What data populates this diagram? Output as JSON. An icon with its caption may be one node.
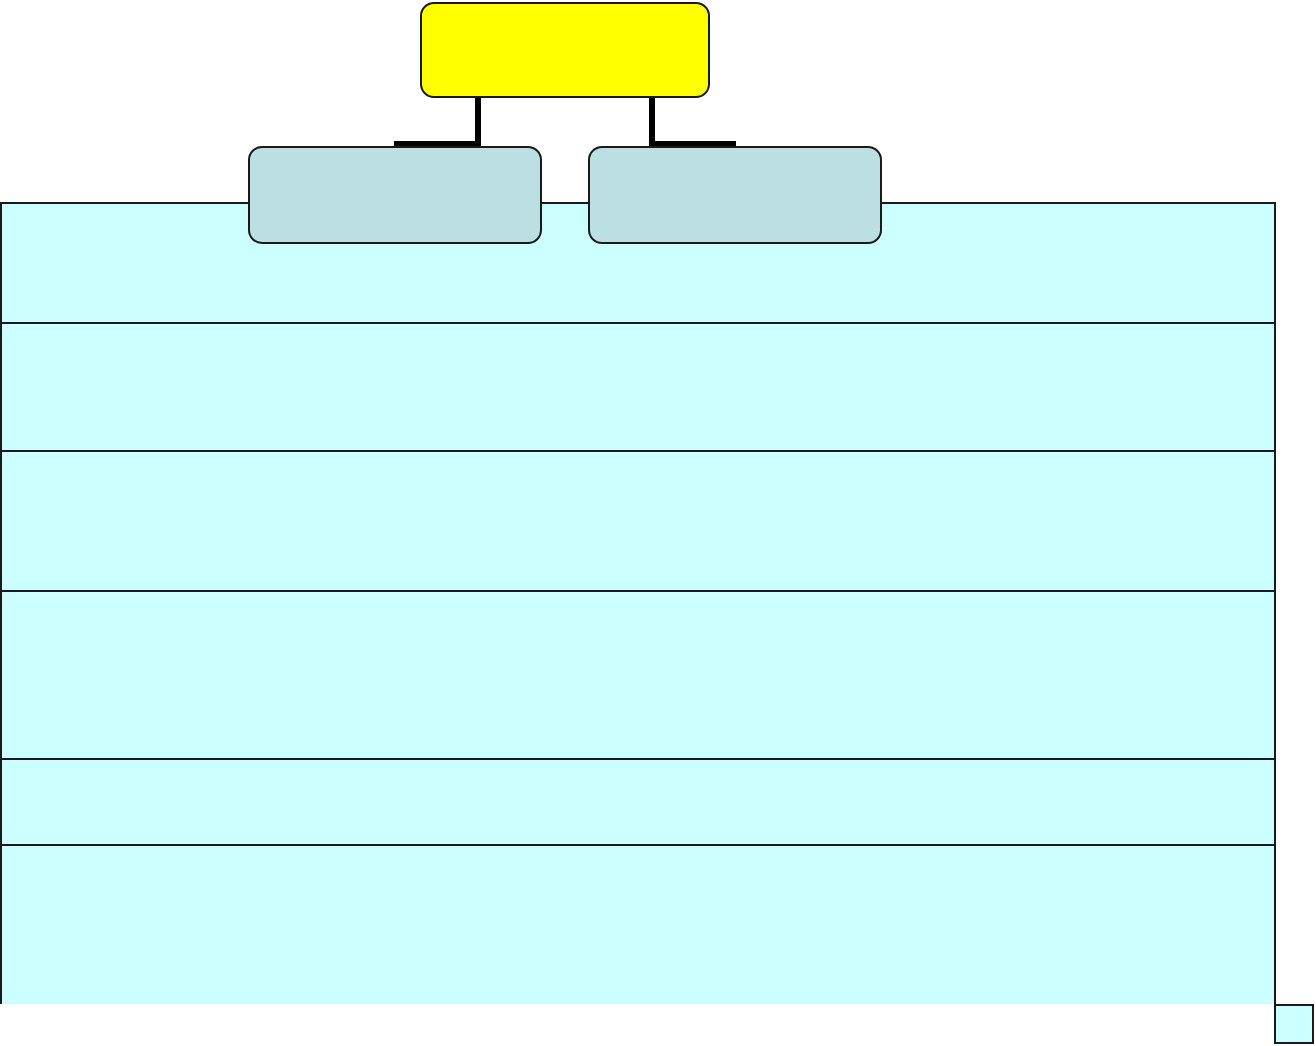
{
  "diagram": {
    "nodes": [
      {
        "text": [],
        "shape": "box"
      },
      {
        "text": [],
        "shape": "box"
      },
      {
        "text": [],
        "shape": "box"
      },
      {
        "text": [],
        "shape": "band"
      },
      {
        "text": [],
        "shape": "band"
      },
      {
        "text": [],
        "shape": "band"
      },
      {
        "text": [],
        "shape": "band"
      },
      {
        "text": [],
        "shape": "band"
      },
      {
        "text": [],
        "shape": "band"
      },
      {
        "text": [],
        "shape": "box"
      }
    ],
    "edges": [
      {
        "from": 0,
        "to": 1,
        "arrow": "none"
      },
      {
        "from": 0,
        "to": 2,
        "arrow": "none"
      }
    ]
  }
}
